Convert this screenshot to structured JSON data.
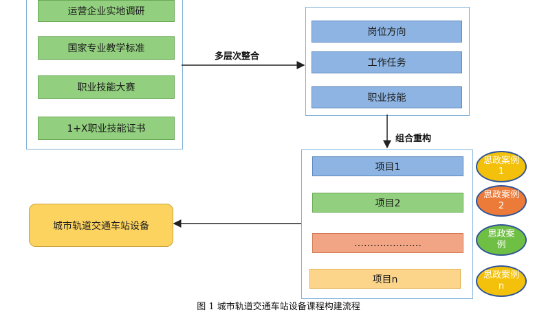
{
  "sources": [
    "运营企业实地调研",
    "国家专业教学标准",
    "职业技能大赛",
    "1+X职业技能证书"
  ],
  "edge_labels": {
    "integrate": "多层次整合",
    "restructure": "组合重构"
  },
  "analysis": [
    "岗位方向",
    "工作任务",
    "职业技能"
  ],
  "projects": [
    {
      "label": "项目1",
      "color": "blue"
    },
    {
      "label": "项目2",
      "color": "green"
    },
    {
      "label": "…………………",
      "color": "orange"
    },
    {
      "label": "项目n",
      "color": "yellow"
    }
  ],
  "cases": [
    {
      "label": "思政案例1",
      "color": "#f3c10b"
    },
    {
      "label": "思政案例2",
      "color": "#ec7a38"
    },
    {
      "label": "思政案例",
      "color": "#6fbf45"
    },
    {
      "label": "思政案例n",
      "color": "#f3c10b"
    }
  ],
  "result": "城市轨道交通车站设备",
  "caption": "图 1 城市轨道交通车站设备课程构建流程"
}
